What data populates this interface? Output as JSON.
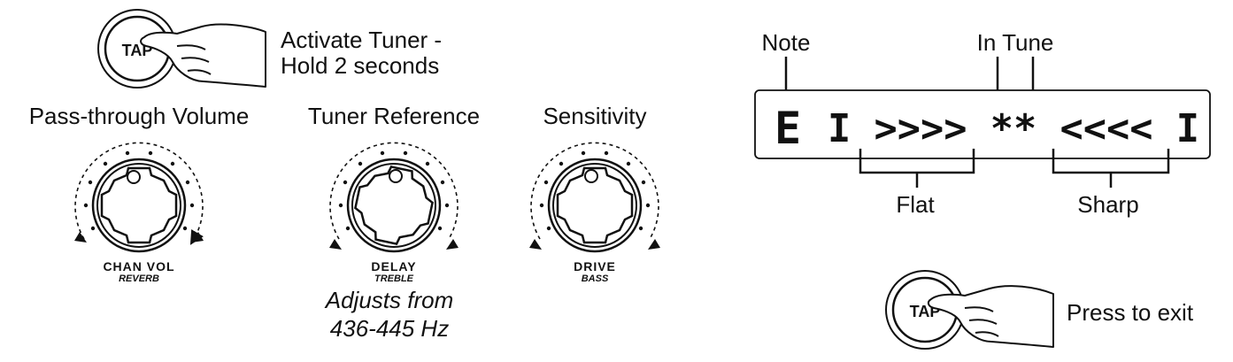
{
  "tap_button_label": "TAP",
  "activate_tuner": {
    "line1": "Activate Tuner -",
    "line2": "Hold 2 seconds"
  },
  "knobs": [
    {
      "title": "Pass-through Volume",
      "main": "CHAN VOL",
      "sub": "REVERB"
    },
    {
      "title": "Tuner Reference",
      "main": "DELAY",
      "sub": "TREBLE"
    },
    {
      "title": "Sensitivity",
      "main": "DRIVE",
      "sub": "BASS"
    }
  ],
  "tuner_reference_note": {
    "line1": "Adjusts from",
    "line2": "436-445 Hz"
  },
  "display": {
    "note_label": "Note",
    "in_tune_label": "In Tune",
    "flat_label": "Flat",
    "sharp_label": "Sharp",
    "note_value": "E",
    "segments": "I >>>> ** <<<< I"
  },
  "exit": {
    "tap_label": "TAP",
    "text": "Press to exit"
  }
}
